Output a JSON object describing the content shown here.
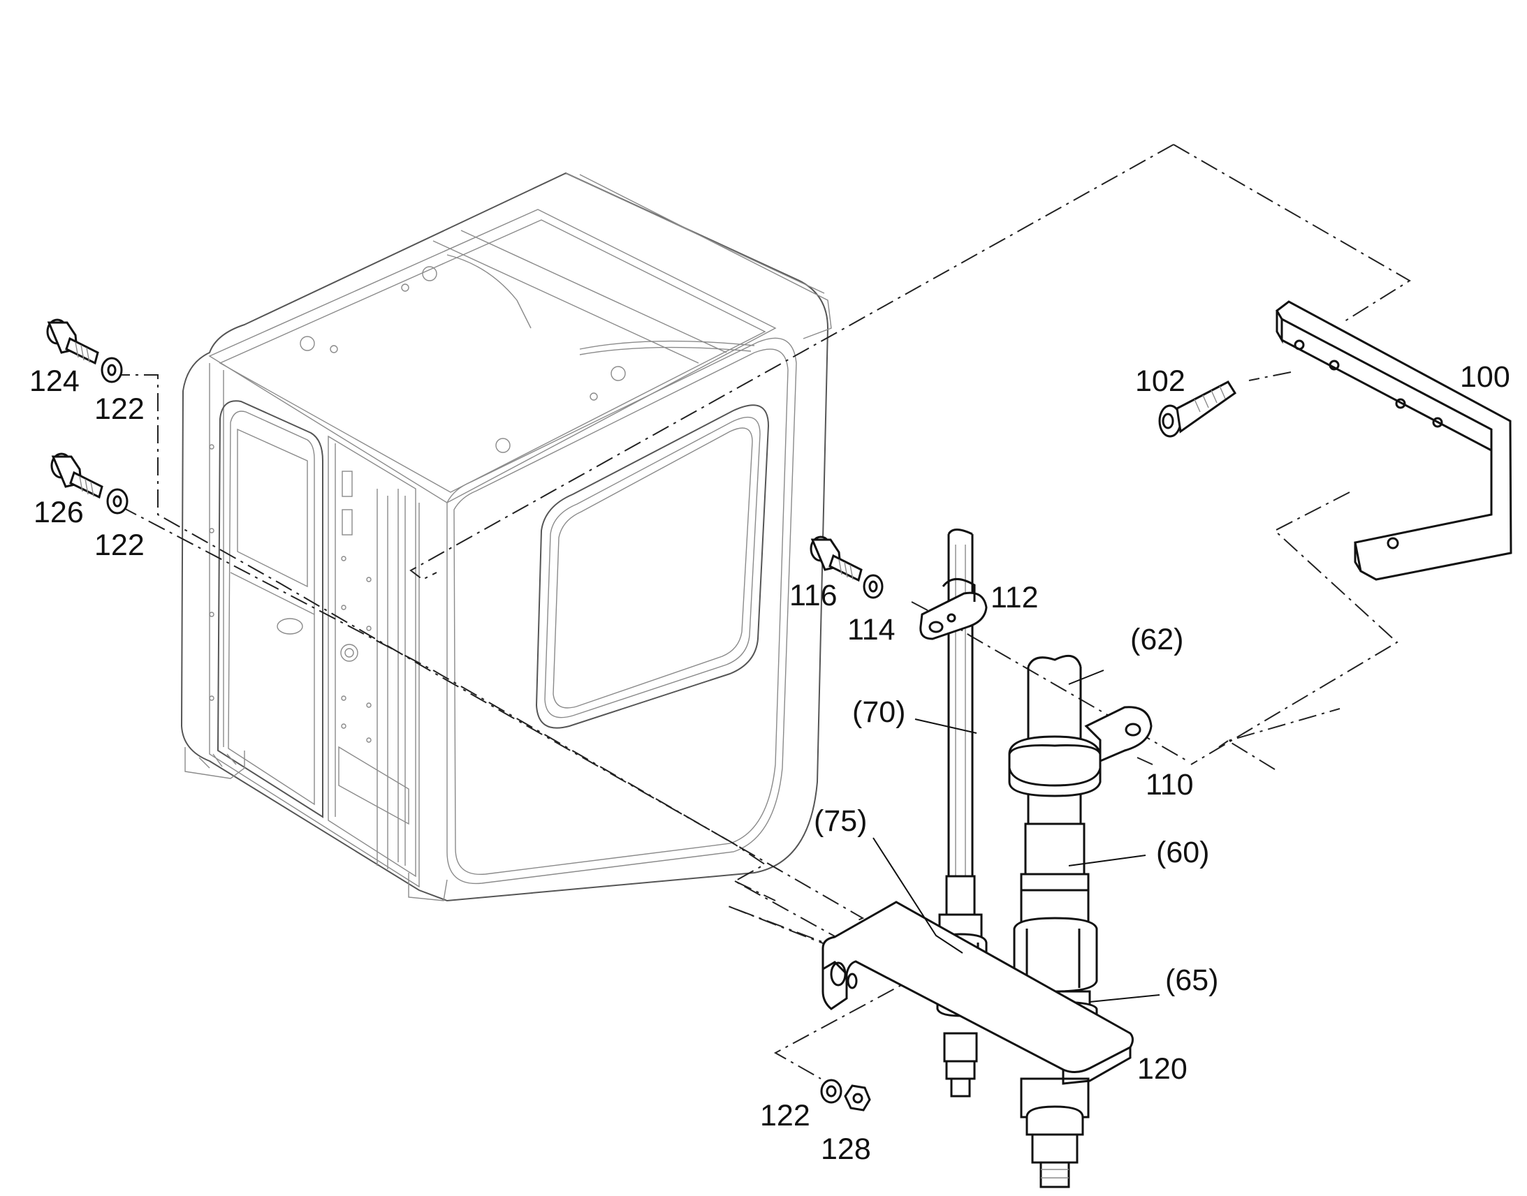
{
  "labels": {
    "p100": "100",
    "p102": "102",
    "p110": "110",
    "p112": "112",
    "p114": "114",
    "p116": "116",
    "p120": "120",
    "p122a": "122",
    "p122b": "122",
    "p122c": "122",
    "p124": "124",
    "p126": "126",
    "p128": "128",
    "p60": "(60)",
    "p62": "(62)",
    "p65": "(65)",
    "p70": "(70)",
    "p75": "(75)"
  },
  "colors": {
    "line": "#111111",
    "thin_line": "#8a8a8a",
    "background": "#ffffff"
  }
}
